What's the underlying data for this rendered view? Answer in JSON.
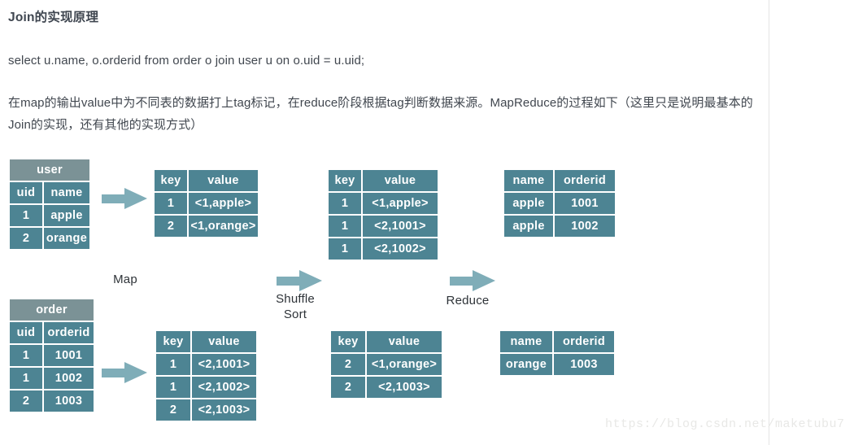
{
  "article": {
    "title": "Join的实现原理",
    "sql": "select u.name, o.orderid from order o join user u on o.uid = u.uid;",
    "description": "在map的输出value中为不同表的数据打上tag标记，在reduce阶段根据tag判断数据来源。MapReduce的过程如下（这里只是说明最基本的Join的实现，还有其他的实现方式）"
  },
  "diagram": {
    "stages": {
      "map": "Map",
      "shuffle_line1": "Shuffle",
      "shuffle_line2": "Sort",
      "reduce": "Reduce"
    },
    "tables": {
      "user_input": {
        "caption": "user",
        "headers": [
          "uid",
          "name"
        ],
        "rows": [
          [
            "1",
            "apple"
          ],
          [
            "2",
            "orange"
          ]
        ]
      },
      "order_input": {
        "caption": "order",
        "headers": [
          "uid",
          "orderid"
        ],
        "rows": [
          [
            "1",
            "1001"
          ],
          [
            "1",
            "1002"
          ],
          [
            "2",
            "1003"
          ]
        ]
      },
      "map_out_user": {
        "headers": [
          "key",
          "value"
        ],
        "rows": [
          [
            "1",
            "<1,apple>"
          ],
          [
            "2",
            "<1,orange>"
          ]
        ]
      },
      "map_out_order": {
        "headers": [
          "key",
          "value"
        ],
        "rows": [
          [
            "1",
            "<2,1001>"
          ],
          [
            "1",
            "<2,1002>"
          ],
          [
            "2",
            "<2,1003>"
          ]
        ]
      },
      "shuffle_key1": {
        "headers": [
          "key",
          "value"
        ],
        "rows": [
          [
            "1",
            "<1,apple>"
          ],
          [
            "1",
            "<2,1001>"
          ],
          [
            "1",
            "<2,1002>"
          ]
        ]
      },
      "shuffle_key2": {
        "headers": [
          "key",
          "value"
        ],
        "rows": [
          [
            "2",
            "<1,orange>"
          ],
          [
            "2",
            "<2,1003>"
          ]
        ]
      },
      "reduce_out_1": {
        "headers": [
          "name",
          "orderid"
        ],
        "rows": [
          [
            "apple",
            "1001"
          ],
          [
            "apple",
            "1002"
          ]
        ]
      },
      "reduce_out_2": {
        "headers": [
          "name",
          "orderid"
        ],
        "rows": [
          [
            "orange",
            "1003"
          ]
        ]
      }
    },
    "colors": {
      "cell": "#4d8493",
      "caption": "#7b9296",
      "arrow": "#7fadb8"
    }
  },
  "watermark": "https://blog.csdn.net/maketubu7"
}
